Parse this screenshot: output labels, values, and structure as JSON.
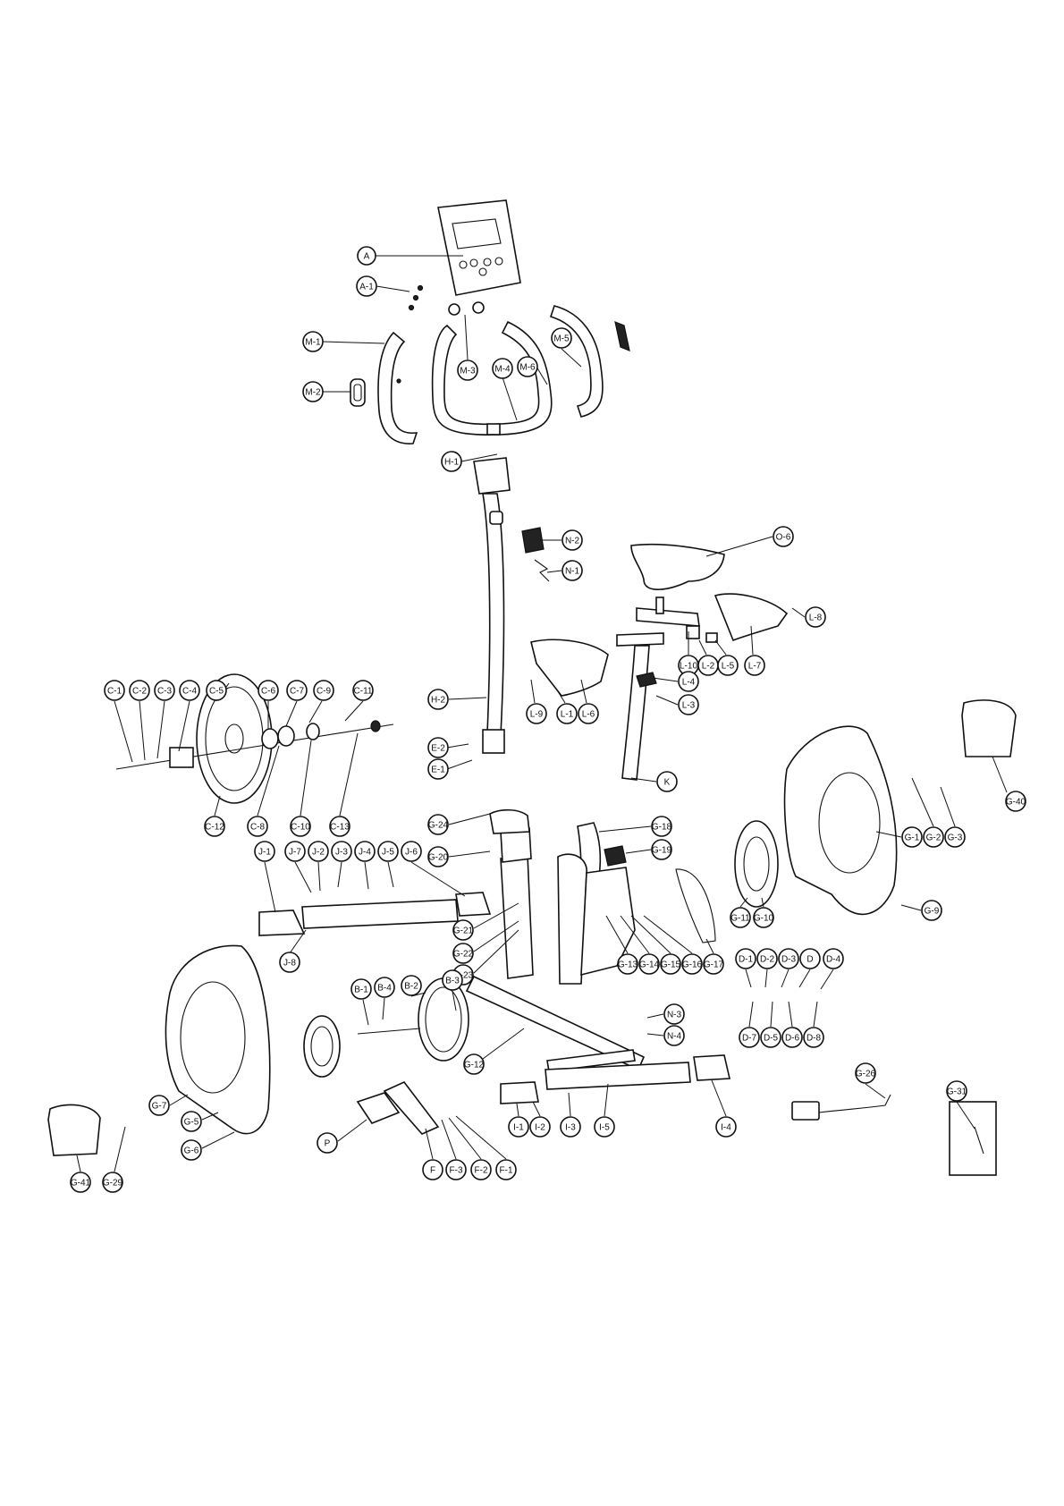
{
  "labels": {
    "A": "A",
    "A1": "A-1",
    "M1": "M-1",
    "M2": "M-2",
    "M3": "M-3",
    "M4": "M-4",
    "M5": "M-5",
    "M6": "M-6",
    "H1": "H-1",
    "H2": "H-2",
    "N1": "N-1",
    "N2": "N-2",
    "O": "O-6",
    "L1": "L-1",
    "L2": "L-2",
    "L3": "L-3",
    "L4": "L-4",
    "L5": "L-5",
    "L6": "L-6",
    "L7": "L-7",
    "L8": "L-8",
    "L9": "L-9",
    "L10": "L-10",
    "K": "K",
    "E1": "E-1",
    "E2": "E-2",
    "G24": "G-24",
    "G18": "G-18",
    "G19": "G-19",
    "C1": "C-1",
    "C2": "C-2",
    "C3": "C-3",
    "C4": "C-4",
    "C5": "C-5",
    "C6": "C-6",
    "C7": "C-7",
    "C8": "C-8",
    "C9": "C-9",
    "C10": "C-10",
    "C11": "C-11",
    "C12": "C-12",
    "C13": "C-13",
    "G40": "G-40",
    "G1": "G-1",
    "G2": "G-2",
    "G3": "G-3",
    "G9": "G-9",
    "G11": "G-11",
    "G10": "G-10",
    "J1": "J-1",
    "J7": "J-7",
    "J2": "J-2",
    "J3": "J-3",
    "J4": "J-4",
    "J5": "J-5",
    "J6": "J-6",
    "J8": "J-8",
    "G20": "G-20",
    "G21": "G-21",
    "G22": "G-22",
    "G23": "G-23",
    "G13": "G-13",
    "G14": "G-14",
    "G15": "G-15",
    "G16": "G-16",
    "G17": "G-17",
    "D1": "D-1",
    "D2": "D-2",
    "D3": "D-3",
    "D": "D",
    "D4": "D-4",
    "D7": "D-7",
    "D5": "D-5",
    "D6": "D-6",
    "D8": "D-8",
    "B1": "B-1",
    "B4": "B-4",
    "B2": "B-2",
    "B3": "B-3",
    "G12": "G-12",
    "N3": "N-3",
    "N4": "N-4",
    "I1": "I-1",
    "I2": "I-2",
    "I3": "I-3",
    "I5": "I-5",
    "I4": "I-4",
    "G26": "G-26",
    "G31": "G-31",
    "G41": "G-41",
    "G29": "G-29",
    "G7": "G-7",
    "G5": "G-5",
    "G6": "G-6",
    "P": "P",
    "F": "F",
    "F3": "F-3",
    "F2": "F-2",
    "F1": "F-1"
  },
  "colors": {
    "line": "#111111",
    "paper": "#ffffff"
  }
}
